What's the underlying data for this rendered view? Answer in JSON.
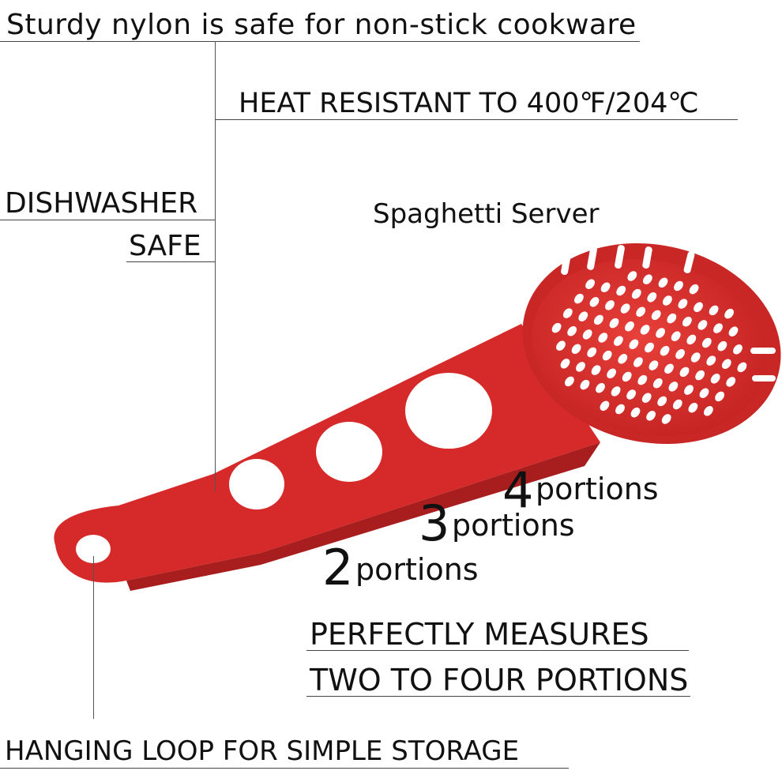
{
  "callouts": {
    "nylon": "Sturdy nylon is safe for non-stick cookware",
    "heat": "HEAT RESISTANT TO 400℉/204℃",
    "dishwasher_line1": "DISHWASHER",
    "dishwasher_line2": "SAFE",
    "product_name": "Spaghetti Server",
    "measures_line1": "PERFECTLY MEASURES",
    "measures_line2": "TWO TO FOUR PORTIONS",
    "hanging": "HANGING LOOP FOR SIMPLE STORAGE"
  },
  "portions": [
    {
      "number": "4",
      "label": "portions"
    },
    {
      "number": "3",
      "label": "portions"
    },
    {
      "number": "2",
      "label": "portions"
    }
  ],
  "colors": {
    "spoon": "#d92b2b",
    "spoon_dark": "#a81d1d",
    "text": "#111111",
    "lines": "#444444"
  }
}
